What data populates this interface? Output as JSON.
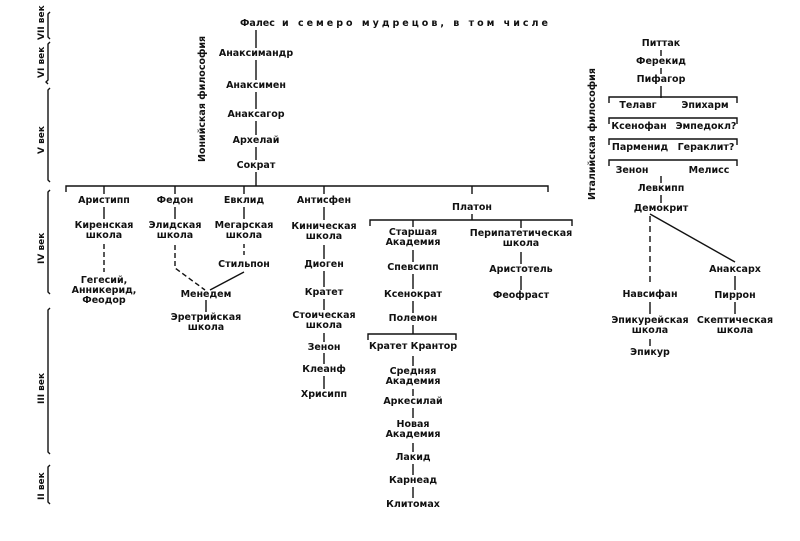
{
  "centuries": {
    "c7": "VII век",
    "c6": "VI век",
    "c5": "V век",
    "c4": "IV век",
    "c3": "III век",
    "c2": "II век"
  },
  "ionian": {
    "school": "Ионийская философия",
    "thales": "Фалес",
    "sages": "и семеро мудрецов, в том числе",
    "anaximander": "Анаксимандр",
    "anaximenes": "Анаксимен",
    "anaxagoras": "Анаксагор",
    "archelaus": "Архелай",
    "socrates": "Сократ"
  },
  "italian": {
    "school": "Италийская философия",
    "pittacus": "Питтак",
    "pherecydes": "Ферекид",
    "pythagoras": "Пифагор",
    "telauges": "Телавг",
    "epicharmus": "Эпихарм",
    "xenophanes": "Ксенофан",
    "empedocles": "Эмпедокл?",
    "parmenides": "Парменид",
    "heraclitus": "Гераклит?",
    "zeno": "Зенон",
    "melissus": "Мелисс",
    "leucippus": "Левкипп",
    "democritus": "Демокрит",
    "nausiphanes": "Навсифан",
    "epicurean": "Эпикурейская\nшкола",
    "epicurus": "Эпикур",
    "anaxarchus": "Анаксарх",
    "pyrrho": "Пиррон",
    "sceptic": "Скептическая\nшкола"
  },
  "socratics": {
    "aristippus": "Аристипп",
    "cyrenaic": "Киренская\nшкола",
    "hegesias": "Гегесий,\nАнникерид,\nФеодор",
    "phaedo": "Федон",
    "elian": "Элидская\nшкола",
    "euclid": "Евклид",
    "megarian": "Мегарская\nшкола",
    "stilpo": "Стильпон",
    "menedemus": "Менедем",
    "eretrian": "Эретрийская\nшкола",
    "antisthenes": "Антисфен",
    "cynic": "Киническая\nшкола",
    "diogenes": "Диоген",
    "crates": "Кратет",
    "stoic": "Стоическая\nшкола",
    "zeno": "Зенон",
    "cleanthes": "Клеанф",
    "chrysippus": "Хрисипп"
  },
  "plato": {
    "plato": "Платон",
    "old_academy": "Старшая\nАкадемия",
    "speusippus": "Спевсипп",
    "xenocrates": "Ксенократ",
    "polemon": "Полемон",
    "crates_crantor": "Кратет Крантор",
    "middle_academy": "Средняя\nАкадемия",
    "arcesilaus": "Аркесилай",
    "new_academy": "Новая\nАкадемия",
    "lacydes": "Лакид",
    "carneades": "Карнеад",
    "clitomachus": "Клитомах",
    "peripatetic": "Перипатетическая\nшкола",
    "aristotle": "Аристотель",
    "theophrastus": "Феофраст"
  }
}
